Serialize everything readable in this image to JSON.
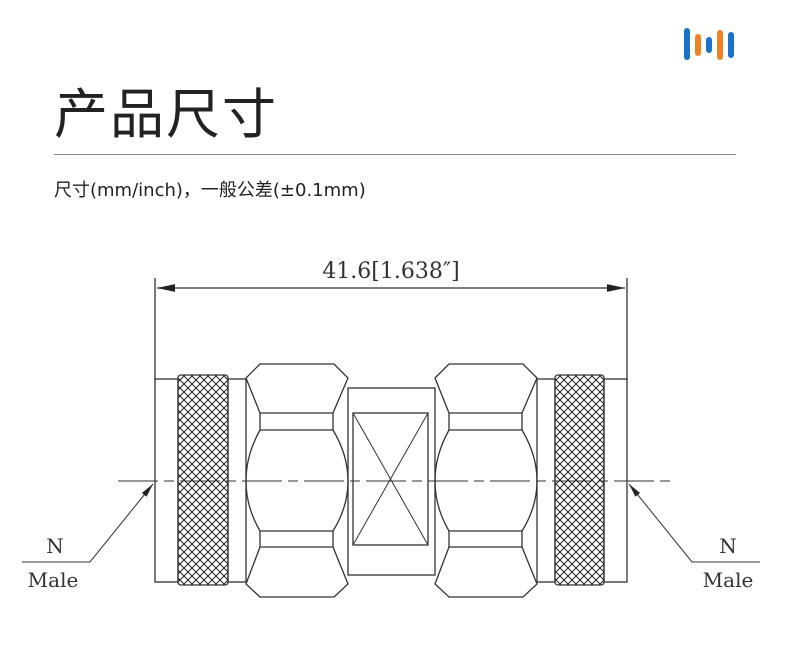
{
  "header": {
    "title": "产品尺寸",
    "subtitle": "尺寸(mm/inch)，一般公差(±0.1mm)"
  },
  "logo": {
    "colors": [
      "#1a73c8",
      "#f08224",
      "#1a73c8",
      "#f08224",
      "#1a73c8"
    ]
  },
  "drawing": {
    "dimension": "41.6[1.638″]",
    "left_label": {
      "line1": "N",
      "line2": "Male"
    },
    "right_label": {
      "line1": "N",
      "line2": "Male"
    }
  }
}
